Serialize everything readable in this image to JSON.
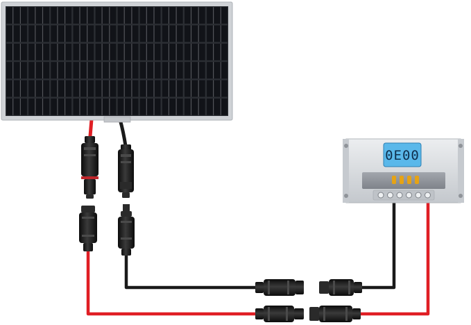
{
  "diagram": {
    "controller": {
      "display_value": "0E00",
      "indicator_count": 4,
      "terminal_count": 6
    },
    "panel": {
      "columns": 10,
      "rows": 6
    },
    "colors": {
      "positive_wire": "#e01e24",
      "negative_wire": "#1a1a1a",
      "panel_cell": "#111318",
      "panel_frame": "#cfd2d6",
      "controller_body": "#d7dade",
      "controller_face": "#8f939a",
      "lcd": "#5ab8ea",
      "indicator": "#e6a315",
      "connector": "#1c1c1c"
    }
  }
}
